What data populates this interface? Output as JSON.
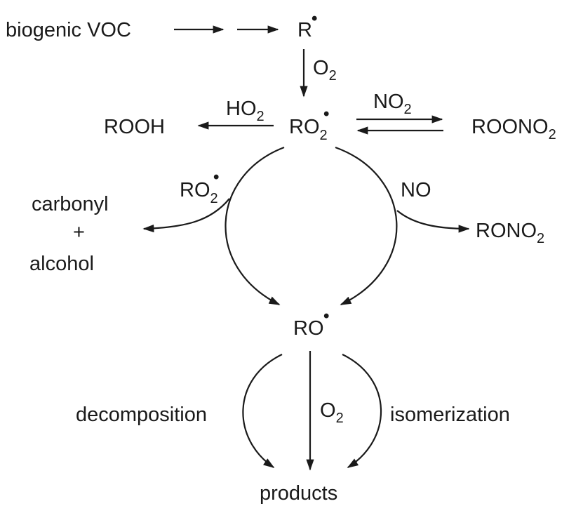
{
  "species": {
    "voc": "biogenic VOC",
    "r_radical": "R",
    "ro2": "RO",
    "rooh": "ROOH",
    "roono2": "ROONO",
    "rono2": "RONO",
    "ro": "RO",
    "carbonyl": "carbonyl",
    "plus": "+",
    "alcohol": "alcohol",
    "products": "products"
  },
  "reagents": {
    "o2": "O",
    "ho2": "HO",
    "no2": "NO",
    "ro2": "RO",
    "no": "NO",
    "o2_lower": "O"
  },
  "subscripts": {
    "two": "2"
  },
  "radical_dot": "•",
  "pathways": {
    "decomposition": "decomposition",
    "isomerization": "isomerization"
  }
}
